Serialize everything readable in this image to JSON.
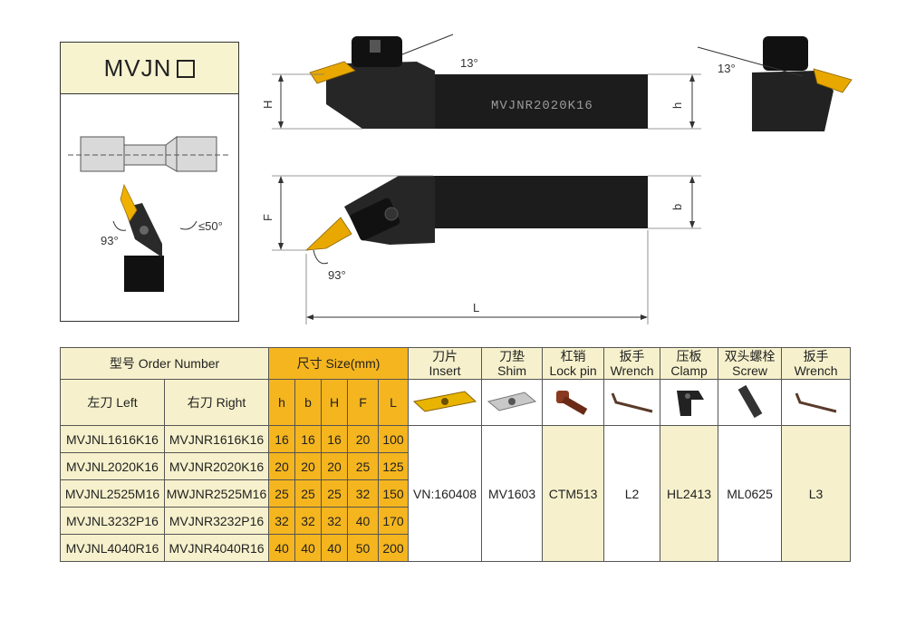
{
  "side": {
    "title": "MVJN",
    "angle_a": "93°",
    "angle_b": "≤50°"
  },
  "drawing": {
    "model_code": "MVJNR2020K16",
    "angle_top_left": "13°",
    "angle_top_right": "13°",
    "angle_bottom": "93°",
    "dim_H": "H",
    "dim_h": "h",
    "dim_F": "F",
    "dim_b": "b",
    "dim_L": "L"
  },
  "table": {
    "order_number": "型号 Order Number",
    "size": "尺寸 Size(mm)",
    "left": "左刀 Left",
    "right": "右刀 Right",
    "size_cols": [
      "h",
      "b",
      "H",
      "F",
      "L"
    ],
    "accessories": [
      {
        "cn": "刀片",
        "en": "Insert",
        "value": "VN:160408",
        "icon": "insert-icon"
      },
      {
        "cn": "刀垫",
        "en": "Shim",
        "value": "MV1603",
        "icon": "shim-icon"
      },
      {
        "cn": "杠销",
        "en": "Lock pin",
        "value": "CTM513",
        "icon": "lock-pin-icon"
      },
      {
        "cn": "扳手",
        "en": "Wrench",
        "value": "L2",
        "icon": "wrench-icon"
      },
      {
        "cn": "压板",
        "en": "Clamp",
        "value": "HL2413",
        "icon": "clamp-icon"
      },
      {
        "cn": "双头螺栓",
        "en": "Screw",
        "value": "ML0625",
        "icon": "screw-icon"
      },
      {
        "cn": "扳手",
        "en": "Wrench",
        "value": "L3",
        "icon": "wrench-icon"
      }
    ],
    "rows": [
      {
        "left": "MVJNL1616K16",
        "right": "MVJNR1616K16",
        "h": "16",
        "b": "16",
        "H": "16",
        "F": "20",
        "L": "100"
      },
      {
        "left": "MVJNL2020K16",
        "right": "MVJNR2020K16",
        "h": "20",
        "b": "20",
        "H": "20",
        "F": "25",
        "L": "125"
      },
      {
        "left": "MVJNL2525M16",
        "right": "MWJNR2525M16",
        "h": "25",
        "b": "25",
        "H": "25",
        "F": "32",
        "L": "150"
      },
      {
        "left": "MVJNL3232P16",
        "right": "MVJNR3232P16",
        "h": "32",
        "b": "32",
        "H": "32",
        "F": "40",
        "L": "170"
      },
      {
        "left": "MVJNL4040R16",
        "right": "MVJNR4040R16",
        "h": "40",
        "b": "40",
        "H": "40",
        "F": "50",
        "L": "200"
      }
    ]
  },
  "colors": {
    "cream": "#f6f1cc",
    "gold": "#f5b51e",
    "holder": "#1e1e1e",
    "insert": "#e8a800"
  }
}
